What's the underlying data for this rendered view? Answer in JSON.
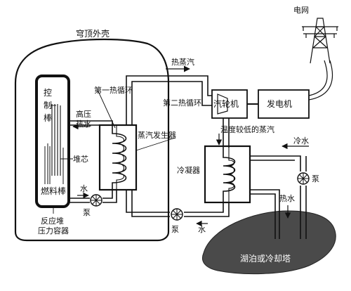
{
  "labels": {
    "grid": "电网",
    "dome": "穹顶外壳",
    "steam_hot": "热蒸汽",
    "primary_loop": "第一热循环",
    "secondary_loop": "第二热循环",
    "turbine": "汽轮机",
    "generator": "发电机",
    "rod_1": "控",
    "rod_2": "制",
    "rod_3": "棒",
    "hp_water_1": "高压",
    "hp_water_2": "热水",
    "steam_generator": "蒸汽发生器",
    "cooler_steam": "温度较低的蒸汽",
    "cold_water": "冷水",
    "core": "堆芯",
    "condenser": "冷凝器",
    "pump_right": "泵",
    "hot_water": "热水",
    "fuel_rod": "燃料棒",
    "water_left": "水",
    "pump_left": "泵",
    "vessel_1": "反应堆",
    "vessel_2": "压力容器",
    "pump_bottom": "泵",
    "water_bottom": "水",
    "lake": "湖泊或冷却塔"
  },
  "colors": {
    "ink": "#111111",
    "ground": "#4a4a4a",
    "paper": "#ffffff"
  },
  "icons": {
    "tower": "transmission-tower-icon",
    "pump": "pump-icon",
    "arrow": "flow-arrow-icon"
  }
}
